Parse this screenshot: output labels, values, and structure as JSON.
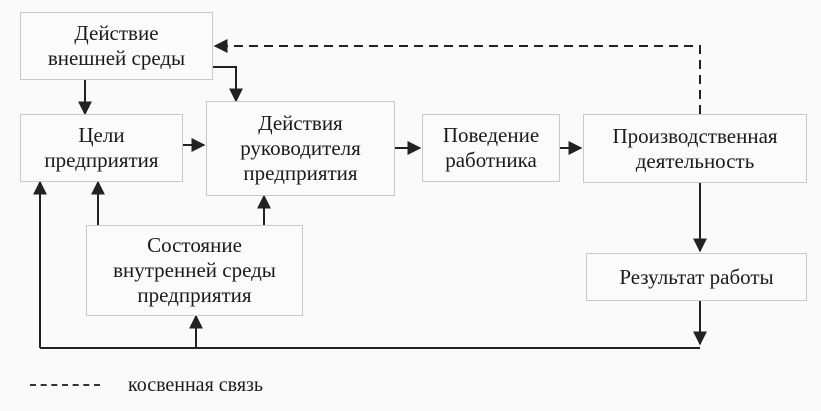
{
  "nodes": {
    "external": [
      "Действие",
      "внешней среды"
    ],
    "goals": [
      "Цели",
      "предприятия"
    ],
    "manager": [
      "Действия",
      "руководителя",
      "предприятия"
    ],
    "behavior": [
      "Поведение",
      "работника"
    ],
    "production": [
      "Производственная",
      "деятельность"
    ],
    "internal": [
      "Состояние",
      "внутренней среды",
      "предприятия"
    ],
    "result": [
      "Результат работы"
    ]
  },
  "legend": {
    "indirect_label": "косвенная связь"
  },
  "colors": {
    "line": "#222222",
    "box_border": "#c8c8c8",
    "background": "#fafafa"
  }
}
